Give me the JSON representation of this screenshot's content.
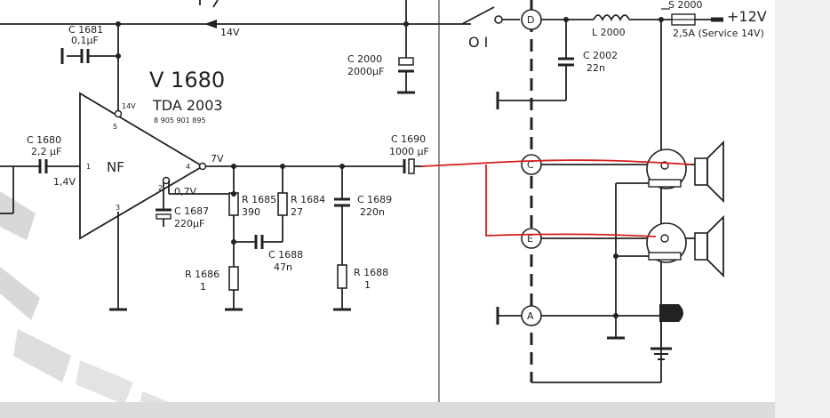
{
  "schematic": {
    "ic_ref": "V 1680",
    "ic_type": "TDA 2003",
    "ic_partno": "8 905 901 895",
    "amp_label": "NF",
    "pins": {
      "p1": "1",
      "p2": "2",
      "p3": "3",
      "p4": "4",
      "p5": "5"
    },
    "voltages": {
      "top_rail": "14V",
      "pin5": "14V",
      "pin4": "7V",
      "pin2": "0,7V",
      "pin1": "1,4V"
    },
    "supply": {
      "label": "+12V",
      "fuse_ref": "S 2000",
      "fuse_value": "2,5A (Service 14V)"
    },
    "inductor": {
      "ref": "L 2000"
    },
    "capacitors": {
      "c1681": {
        "ref": "C 1681",
        "value": "0,1µF"
      },
      "c2000": {
        "ref": "C 2000",
        "value": "2000µF"
      },
      "c2002": {
        "ref": "C 2002",
        "value": "22n"
      },
      "c1680": {
        "ref": "C 1680",
        "value": "2,2 µF"
      },
      "c1690": {
        "ref": "C 1690",
        "value": "1000 µF"
      },
      "c1687": {
        "ref": "C 1687",
        "value": "220µF"
      },
      "c1689": {
        "ref": "C 1689",
        "value": "220n"
      },
      "c1688": {
        "ref": "C 1688",
        "value": "47n"
      }
    },
    "resistors": {
      "r1685": {
        "ref": "R 1685",
        "value": "390"
      },
      "r1684": {
        "ref": "R 1684",
        "value": "27"
      },
      "r1686": {
        "ref": "R 1686",
        "value": "1"
      },
      "r1688": {
        "ref": "R 1688",
        "value": "1"
      }
    },
    "terminals": {
      "d": "D",
      "c": "C",
      "e": "E",
      "a": "A"
    },
    "switch_label": "O I",
    "colors": {
      "wire": "#222222",
      "annotation": "#d42020",
      "background": "#ffffff"
    }
  }
}
